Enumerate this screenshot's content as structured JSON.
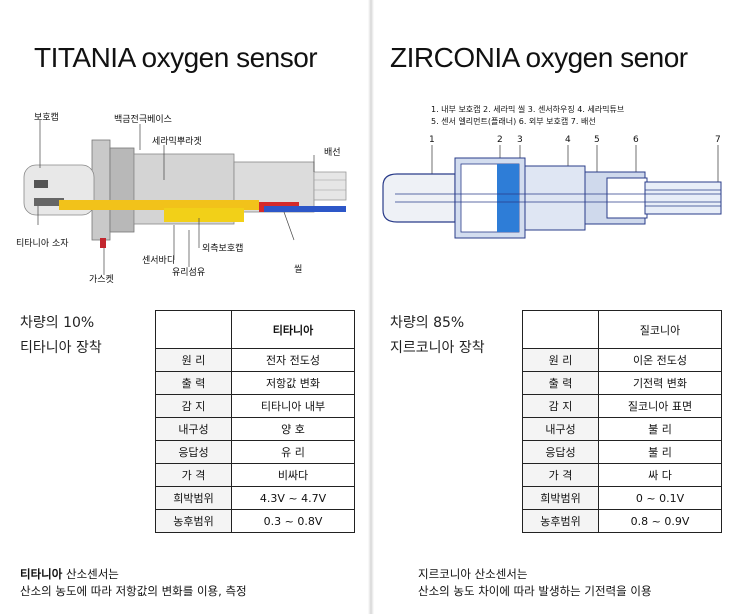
{
  "left": {
    "title": "TITANIA oxygen sensor",
    "diagram_labels": {
      "protect_cap": "보호캡",
      "platinum_base": "백금전극베이스",
      "ceramic_rod": "세라믹뿌라겟",
      "wire": "배선",
      "titania_element": "티타니아 소자",
      "outer_cap": "외측보호캡",
      "sensor_body": "센서바디",
      "glass_fiber": "유리섬유",
      "gasket": "가스켓",
      "seal": "씰"
    },
    "note_line1": "차량의 10%",
    "note_line2": "티타니아 장착",
    "table": {
      "header": "티타니아",
      "rows": [
        {
          "key": "원 리",
          "value": "전자 전도성"
        },
        {
          "key": "출 력",
          "value": "저항값 변화"
        },
        {
          "key": "감 지",
          "value": "티타니아 내부"
        },
        {
          "key": "내구성",
          "value": "양 호"
        },
        {
          "key": "응답성",
          "value": "유 리"
        },
        {
          "key": "가 격",
          "value": "비싸다"
        },
        {
          "key": "희박범위",
          "value": "4.3V ~ 4.7V"
        },
        {
          "key": "농후범위",
          "value": "0.3 ~ 0.8V"
        }
      ]
    },
    "footer_bold": "티타니아",
    "footer_line1_rest": " 산소센서는",
    "footer_line2": "산소의 농도에 따라 저항값의 변화를 이용, 측정"
  },
  "right": {
    "title": "ZIRCONIA oxygen senor",
    "legend_line1": "1. 내부 보호캡   2. 세라믹 씰   3. 센서하우징   4. 세라믹튜브",
    "legend_line2": "5. 센서 엘리먼트(플래너)   6. 외부 보호캡   7. 배선",
    "numbers": [
      "1",
      "2",
      "3",
      "4",
      "5",
      "6",
      "7"
    ],
    "note_line1": "차량의 85%",
    "note_line2": "지르코니아 장착",
    "table": {
      "header": "질코니아",
      "rows": [
        {
          "key": "원 리",
          "value": "이온 전도성"
        },
        {
          "key": "출 력",
          "value": "기전력 변화"
        },
        {
          "key": "감 지",
          "value": "질코니아 표면"
        },
        {
          "key": "내구성",
          "value": "불 리"
        },
        {
          "key": "응답성",
          "value": "불 리"
        },
        {
          "key": "가 격",
          "value": "싸 다"
        },
        {
          "key": "희박범위",
          "value": "0 ~ 0.1V"
        },
        {
          "key": "농후범위",
          "value": "0.8 ~ 0.9V"
        }
      ]
    },
    "footer_line1": "지르코니아 산소센서는",
    "footer_line2": "산소의 농도 차이에 따라 발생하는 기전력을 이용"
  }
}
